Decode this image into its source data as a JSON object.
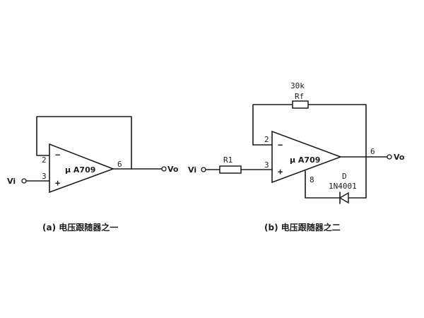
{
  "circuit_a": {
    "opamp_label": "μ A709",
    "pin_inverting": "2",
    "pin_noninverting": "3",
    "pin_output": "6",
    "sign_inverting": "−",
    "sign_noninverting": "+",
    "input_label": "Vi",
    "output_label": "Vo",
    "caption": "(a) 电压跟随器之一"
  },
  "circuit_b": {
    "opamp_label": "μ A709",
    "pin_inverting": "2",
    "pin_noninverting": "3",
    "pin_output": "6",
    "pin_8": "8",
    "sign_inverting": "−",
    "sign_noninverting": "+",
    "input_label": "Vi",
    "output_label": "Vo",
    "feedback_resistor_value": "30k",
    "feedback_resistor_name": "Rf",
    "input_resistor_name": "R1",
    "diode_name": "D",
    "diode_part": "1N4001",
    "caption": "(b) 电压跟随器之二"
  }
}
